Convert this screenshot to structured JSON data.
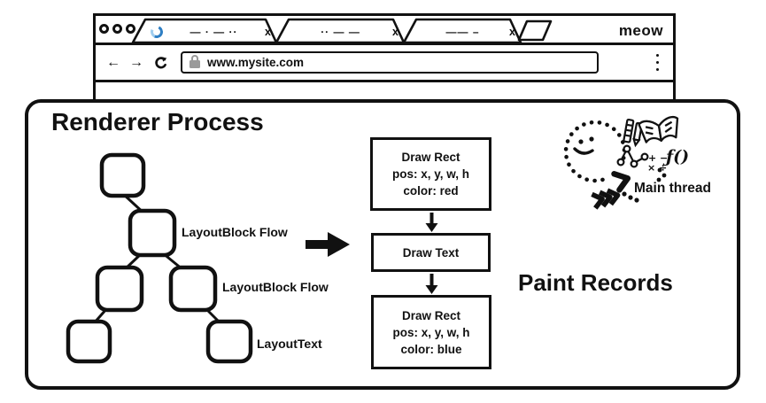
{
  "browser": {
    "brand": "meow",
    "window_controls_count": "3",
    "tabs": [
      {
        "title_placeholder": "— · — ··",
        "close_label": "x",
        "has_spinner": true
      },
      {
        "title_placeholder": "·· — —",
        "close_label": "x",
        "has_spinner": false
      },
      {
        "title_placeholder": "—— –",
        "close_label": "x",
        "has_spinner": false
      }
    ],
    "nav": {
      "back_glyph": "←",
      "forward_glyph": "→",
      "url": "www.mysite.com"
    }
  },
  "renderer": {
    "title": "Renderer Process",
    "tree": {
      "labels": [
        "LayoutBlock Flow",
        "LayoutBlock Flow",
        "LayoutText"
      ]
    },
    "paint_records": {
      "label": "Paint Records",
      "boxes": [
        {
          "lines": [
            "Draw Rect",
            "pos: x, y, w, h",
            "color: red"
          ]
        },
        {
          "lines": [
            "Draw Text"
          ]
        },
        {
          "lines": [
            "Draw Rect",
            "pos: x, y, w, h",
            "color: blue"
          ]
        }
      ]
    },
    "main_thread_label": "Main thread",
    "doodle_math": {
      "row1": "+ −",
      "row2": "× ÷",
      "fn": "ƒ()"
    }
  },
  "icons": {
    "window_controls": "three-outline-circles",
    "tab_spinner": "loading-spinner",
    "tab_close": "close-x",
    "new_tab": "parallelogram-new-tab-button",
    "back": "arrow-left",
    "forward": "arrow-right",
    "refresh": "refresh-arrow",
    "lock": "padlock",
    "menu": "kebab-vertical-dots",
    "flow_arrow": "solid-right-arrow",
    "box_arrows": "solid-down-arrow",
    "doodle": "smiley-dotted-circle, ruler-pencil, open-book, node-graph, math-symbols, function-f, chevron-arrows"
  },
  "colors": {
    "ink": "#111111",
    "spinner_blue": "#2f7fc4",
    "spinner_blue_light": "#9fcdef",
    "lock_gray": "#9a9a9a",
    "background": "#ffffff"
  }
}
